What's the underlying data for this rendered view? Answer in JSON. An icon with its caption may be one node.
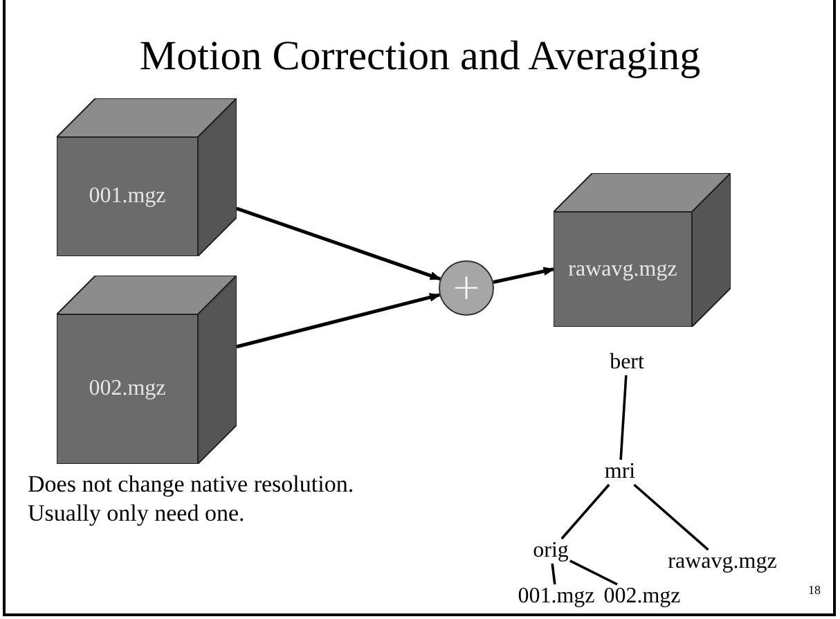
{
  "diagram": {
    "title": "Motion Correction and Averaging",
    "nodes": [
      {
        "text": [
          "001.mgz"
        ]
      },
      {
        "text": [
          "002.mgz"
        ]
      },
      {
        "text": [
          "+"
        ]
      },
      {
        "text": [
          "rawavg.mgz"
        ]
      },
      {
        "text": [
          "bert"
        ]
      },
      {
        "text": [
          "mri"
        ]
      },
      {
        "text": [
          "orig"
        ]
      },
      {
        "text": [
          "rawavg.mgz"
        ]
      },
      {
        "text": [
          "001.mgz"
        ]
      },
      {
        "text": [
          "002.mgz"
        ]
      }
    ],
    "edges": [
      {
        "from": 0,
        "to": 2,
        "arrow": "to"
      },
      {
        "from": 1,
        "to": 2,
        "arrow": "to"
      },
      {
        "from": 2,
        "to": 3,
        "arrow": "to"
      },
      {
        "from": 4,
        "to": 5,
        "arrow": "none"
      },
      {
        "from": 5,
        "to": 6,
        "arrow": "none"
      },
      {
        "from": 5,
        "to": 7,
        "arrow": "none"
      },
      {
        "from": 6,
        "to": 8,
        "arrow": "none"
      },
      {
        "from": 6,
        "to": 9,
        "arrow": "none"
      }
    ],
    "labels": [
      "Does not change native resolution.",
      "Usually only need one.",
      "18"
    ]
  }
}
